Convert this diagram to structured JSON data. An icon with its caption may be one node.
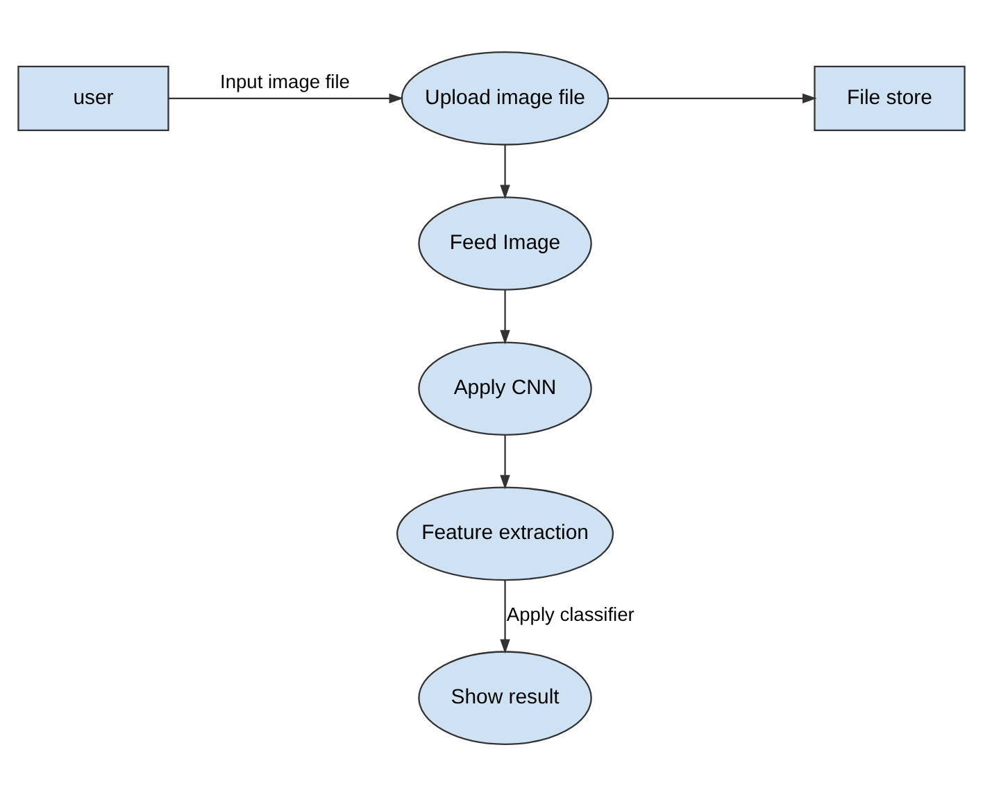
{
  "diagram": {
    "nodes": [
      {
        "text": [
          "user"
        ]
      },
      {
        "text": [
          "Upload image file"
        ]
      },
      {
        "text": [
          "File store"
        ]
      },
      {
        "text": [
          "Feed Image"
        ]
      },
      {
        "text": [
          "Apply CNN"
        ]
      },
      {
        "text": [
          "Feature extraction"
        ]
      },
      {
        "text": [
          "Show result"
        ]
      }
    ],
    "edges": [
      {
        "from": 0,
        "to": 1,
        "arrow": "to",
        "label": "Input image file"
      },
      {
        "from": 1,
        "to": 2,
        "arrow": "to"
      },
      {
        "from": 1,
        "to": 3,
        "arrow": "to"
      },
      {
        "from": 3,
        "to": 4,
        "arrow": "to"
      },
      {
        "from": 4,
        "to": 5,
        "arrow": "to"
      },
      {
        "from": 5,
        "to": 6,
        "arrow": "to",
        "label": "Apply classifier"
      }
    ]
  }
}
